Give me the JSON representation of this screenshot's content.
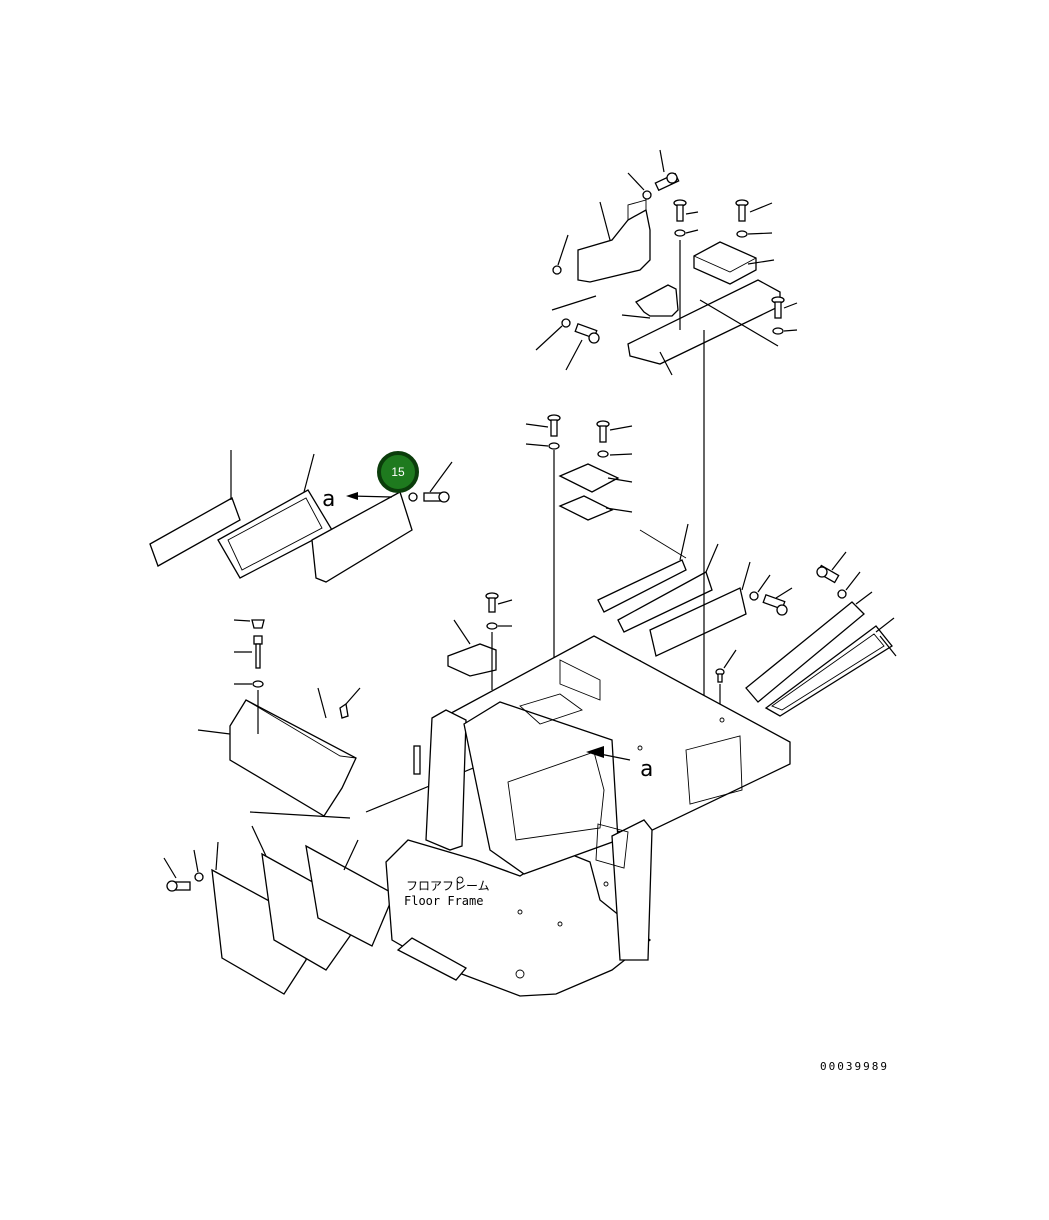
{
  "callouts": [
    {
      "number": "15",
      "color": "#1e7a1e"
    }
  ],
  "view_markers": [
    "a",
    "a"
  ],
  "frame_label_jp": "フロアフレーム",
  "frame_label_en": "Floor Frame",
  "drawing_number": "00039989",
  "icons": [
    "bolt-icon",
    "washer-icon",
    "plate-icon"
  ]
}
